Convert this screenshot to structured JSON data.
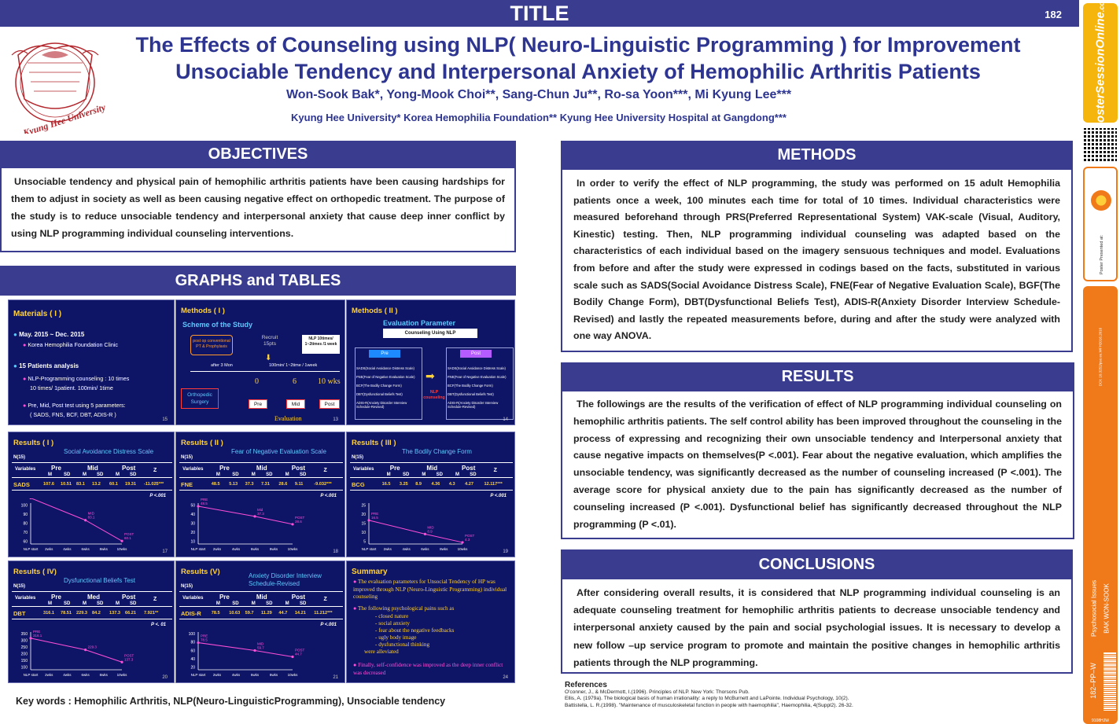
{
  "titlebar": {
    "title": "TITLE",
    "number": "182"
  },
  "header": {
    "title_line1": "The Effects of Counseling using NLP( Neuro-Linguistic Programming ) for Improvement",
    "title_line2": "Unsociable Tendency and Interpersonal Anxiety of Hemophilic Arthritis Patients",
    "authors": "Won-Sook Bak*, Yong-Mook Choi**, Sang-Chun Ju**, Ro-sa Yoon***, Mi Kyung Lee***",
    "affiliations": "Kyung Hee University* Korea Hemophilia Foundation** Kyung Hee University Hospital at Gangdong***",
    "logo_text": "Kyung Hee University"
  },
  "objectives": {
    "heading": "OBJECTIVES",
    "text": "Unsociable tendency and physical pain of hemophilic arthritis patients have been causing hardships for them to adjust in society as well as been causing negative effect on orthopedic treatment. The purpose of the study is to reduce unsociable tendency and interpersonal anxiety that cause deep inner conflict by using NLP programming individual counseling interventions."
  },
  "graphs": {
    "heading": "GRAPHS and TABLES"
  },
  "methods": {
    "heading": "METHODS",
    "text": "In order to verify the effect of NLP programming, the study was performed on 15 adult Hemophilia patients once a week, 100 minutes each time for total of 10 times. Individual characteristics were measured beforehand through PRS(Preferred Representational System) VAK-scale (Visual, Auditory, Kinestic) testing. Then, NLP programming individual counseling was adapted based on the characteristics of each individual based on the imagery sensuous techniques and model. Evaluations from before and after the study were expressed in codings based on the facts, substituted in various scale such as SADS(Social Avoidance Distress Scale), FNE(Fear of Negative Evaluation Scale), BGF(The Bodily Change Form), DBT(Dysfunctional Beliefs Test), ADIS-R(Anxiety Disorder Interview Schedule-Revised) and lastly the repeated measurements before, during and after the study were analyzed with one way ANOVA."
  },
  "results": {
    "heading": "RESULTS",
    "text": "The followings are the results of the verification of effect of NLP programming individual counseling on hemophilic arthritis patients. The self control ability has been improved throughout the counseling in the process of expressing and recognizing their own unsociable tendency and Interpersonal anxiety that cause negative impacts on themselves(P <.001). Fear about the negative evaluation, which amplifies the unsociable tendency, was significantly decreased as the number of counseling increased (P <.001). The average score for physical anxiety due to the pain has significantly decreased as the number of counseling increased (P <.001). Dysfunctional belief has significantly decreased throughout the NLP programming (P <.01)."
  },
  "conclusions": {
    "heading": "CONCLUSIONS",
    "text": "After considering overall results, it is considered that NLP programming individual counseling is an adequate counseling treatment for hemophilic arthritis patients to decrease unsociable tendency and interpersonal anxiety caused by the pain and social psychologial issues. It is necessary to develop a new follow –up service program to promote and maintain the positive changes in hemophilic arthritis patients through the NLP programming."
  },
  "keywords": "Key words : Hemophilic Arthritis,  NLP(Neuro-LinguisticProgramming),  Unsociable tendency",
  "references": {
    "heading": "References",
    "items": [
      "O'conner, J., & McDermott, I.(1996). Principles of NLP. New York: Thorsons Pub.",
      "Ellis, A. (1979a). The biological basis of human irrationality: a reply to McBurnett and LaPointe. Individual Psychology, 10(2).",
      "Battistella, L. R.(1998). \"Maintenance of musculoskeletal function in people with haemophilia\", Haemophilia, 4(Suppl2). 26-32."
    ]
  },
  "panels": {
    "materials": {
      "title": "Materials ( I )",
      "l1": "May. 2015 ~ Dec. 2015",
      "l2": "Korea Hemophilia  Foundation Clinic",
      "l3": "15 Patients analysis",
      "l4": "NLP-Programming  counseling :  10 times",
      "l5": "10 times/ 1patient.  100min/ 1time",
      "l6": "Pre, Mid, Post test using 5 parameters:",
      "l7": "( SADS, FNS, BCF, DBT, ADIS-R )",
      "num": "15"
    },
    "methods1": {
      "title": "Methods  ( I )",
      "sub": "Scheme of the Study",
      "postop": "post op conventional PT & Prophylaxis",
      "recruit": "Recruit 15pts",
      "nlp": "NLP 10times/ 1~2times /1 week",
      "after": "after 3 Mon",
      "freq": "100min/ 1~2time / 1week",
      "ortho": "Orthopedic Surgery",
      "t0": "0",
      "t6": "6",
      "t10": "10 wks",
      "pre": "Pre",
      "mid": "Mid",
      "post": "Post",
      "eval": "Evaluation",
      "num": "13"
    },
    "methods2": {
      "title": "Methods  ( II )",
      "sub": "Evaluation Parameter",
      "box": "Counseling Using NLP",
      "pre": "Pre",
      "post": "Post",
      "items": [
        "SADS(Social Avoidance Distress Scale)",
        "FNE(Fear of Negative Evaluation Scale)",
        "BCF(The Bodily Change Form)",
        "DBT(Dysfunctional Beliefs Test)",
        "ADIS-R(Anxiety Disorder Interview Schedule-Revised)"
      ],
      "arrow": "NLP counseling",
      "num": "14"
    },
    "r1": {
      "title": "Results ( I )",
      "sub": "Social Avoidance Distress Scale",
      "n": "N(15)",
      "var": "SADS",
      "row": [
        "107.6",
        "10.51",
        "83.1",
        "13.2",
        "60.1",
        "19.31",
        "-11.025***"
      ],
      "p": "P <.001",
      "num": "17"
    },
    "r2": {
      "title": "Results ( II )",
      "sub": "Fear of Negative Evaluation Scale",
      "n": "N(15)",
      "var": "FNE",
      "row": [
        "48.5",
        "5.13",
        "37.3",
        "7.31",
        "28.6",
        "9.11",
        "-9.032***"
      ],
      "p": "P <.001",
      "num": "18"
    },
    "r3": {
      "title": "Results ( III )",
      "sub": "The Bodily Change Form",
      "n": "N(15)",
      "var": "BCG",
      "row": [
        "16.5",
        "3.25",
        "8.9",
        "4.36",
        "4.3",
        "4.27",
        "12.117***"
      ],
      "p": "P <.001",
      "num": "19"
    },
    "r4": {
      "title": "Results ( IV)",
      "sub": "Dysfunctional  Beliefs  Test",
      "n": "N(15)",
      "var": "DBT",
      "row": [
        "316.1",
        "78.51",
        "229.3",
        "84.2",
        "137.3",
        "66.21",
        "7.921**"
      ],
      "p": "P <. 01",
      "num": "20"
    },
    "r5": {
      "title": "Results (V)",
      "sub": "Anxiety Disorder Interview Schedule-Revised",
      "n": "N(15)",
      "var": "ADIS-R",
      "row": [
        "78.5",
        "10.63",
        "59.7",
        "11.29",
        "44.7",
        "14.21",
        "11.212***"
      ],
      "p": "P <.001",
      "num": "21"
    },
    "summary": {
      "title": "Summary",
      "l1": "The evaluation parameters for Unsocial Tendency of HP  was improved  through NLP (Neuro-Linguistic Programming) individual counseling",
      "l2": "The following psychological pains such as",
      "l3": "- closed nature",
      "l4": "- social anxiety",
      "l5": "- fear about the negative feedbacks",
      "l6": "- ugly body image",
      "l7": "- dysfunctional thinking",
      "l8": "were alleviated",
      "l9": "Finally,  self-confidence was improved as the deep inner conflict was decreased",
      "num": "24"
    }
  },
  "table_labels": {
    "variables": "Variables",
    "pre": "Pre",
    "mid": "Mid",
    "med": "Med",
    "post": "Post",
    "m": "M",
    "sd": "SD",
    "z": "Z"
  },
  "chart_data": [
    {
      "type": "line",
      "title": "Social Avoidance Distress Scale",
      "x": [
        "NLP start",
        "2wks",
        "4wks",
        "6wks",
        "8wks",
        "10wks"
      ],
      "points": [
        {
          "label": "PRE",
          "x": "NLP start",
          "y": 107.6
        },
        {
          "label": "MID",
          "x": "6wks",
          "y": 83.1
        },
        {
          "label": "POST",
          "x": "10wks",
          "y": 60.1
        }
      ],
      "yticks": [
        100,
        90,
        80,
        70,
        60
      ]
    },
    {
      "type": "line",
      "title": "Fear of Negative Evaluation Scale",
      "x": [
        "NLP start",
        "2wks",
        "4wks",
        "6wks",
        "8wks",
        "10wks"
      ],
      "points": [
        {
          "label": "PRE",
          "x": "NLP start",
          "y": 48.5
        },
        {
          "label": "Mid",
          "x": "6wks",
          "y": 37.3
        },
        {
          "label": "POST",
          "x": "10wks",
          "y": 28.6
        }
      ],
      "yticks": [
        50,
        40,
        30,
        20,
        10
      ]
    },
    {
      "type": "line",
      "title": "The Bodily Change Form",
      "x": [
        "NLP start",
        "2wks",
        "4wks",
        "6wks",
        "8wks",
        "10wks"
      ],
      "points": [
        {
          "label": "PRE",
          "x": "NLP start",
          "y": 16.5
        },
        {
          "label": "MID",
          "x": "6wks",
          "y": 8.9
        },
        {
          "label": "POST",
          "x": "10wks",
          "y": 4.3
        }
      ],
      "yticks": [
        25,
        20,
        15,
        10,
        5
      ]
    },
    {
      "type": "line",
      "title": "Dysfunctional  Beliefs  Test",
      "x": [
        "NLP start",
        "2wks",
        "4wks",
        "6wks",
        "8wks",
        "10wks"
      ],
      "points": [
        {
          "label": "PRE",
          "x": "NLP start",
          "y": 316.1
        },
        {
          "label": "",
          "x": "6wks",
          "y": 229.3
        },
        {
          "label": "POST",
          "x": "10wks",
          "y": 137.3
        }
      ],
      "yticks": [
        350,
        300,
        250,
        200,
        150,
        100
      ]
    },
    {
      "type": "line",
      "title": "Anxiety Disorder Interview Schedule-Revised",
      "x": [
        "NLP start",
        "2wks",
        "4wks",
        "6wks",
        "8wks",
        "10wks"
      ],
      "points": [
        {
          "label": "PRE",
          "x": "NLP start",
          "y": 78.5
        },
        {
          "label": "MID",
          "x": "6wks",
          "y": 59.7
        },
        {
          "label": "POST",
          "x": "10wks",
          "y": 44.7
        }
      ],
      "yticks": [
        100,
        80,
        60,
        40,
        20
      ]
    }
  ],
  "sidebar": {
    "brand": "PosterSessionOnline",
    "brand_suffix": ".com",
    "presented": "Poster Presented at:",
    "doi": "DOI: 10.3252/pso.eu.WFH2016.2016",
    "topic": "Psychosocial Issues",
    "author": "BAK WON-SOOK",
    "code": "182–PP–W",
    "code2": "9108HJW"
  },
  "colors": {
    "navy": "#3a3d8f",
    "panel_bg": "#0f1566",
    "accent_yellow": "#ffd23c",
    "accent_cyan": "#5ec8ff",
    "magenta": "#ff4fd8",
    "orange": "#f07a1a"
  }
}
